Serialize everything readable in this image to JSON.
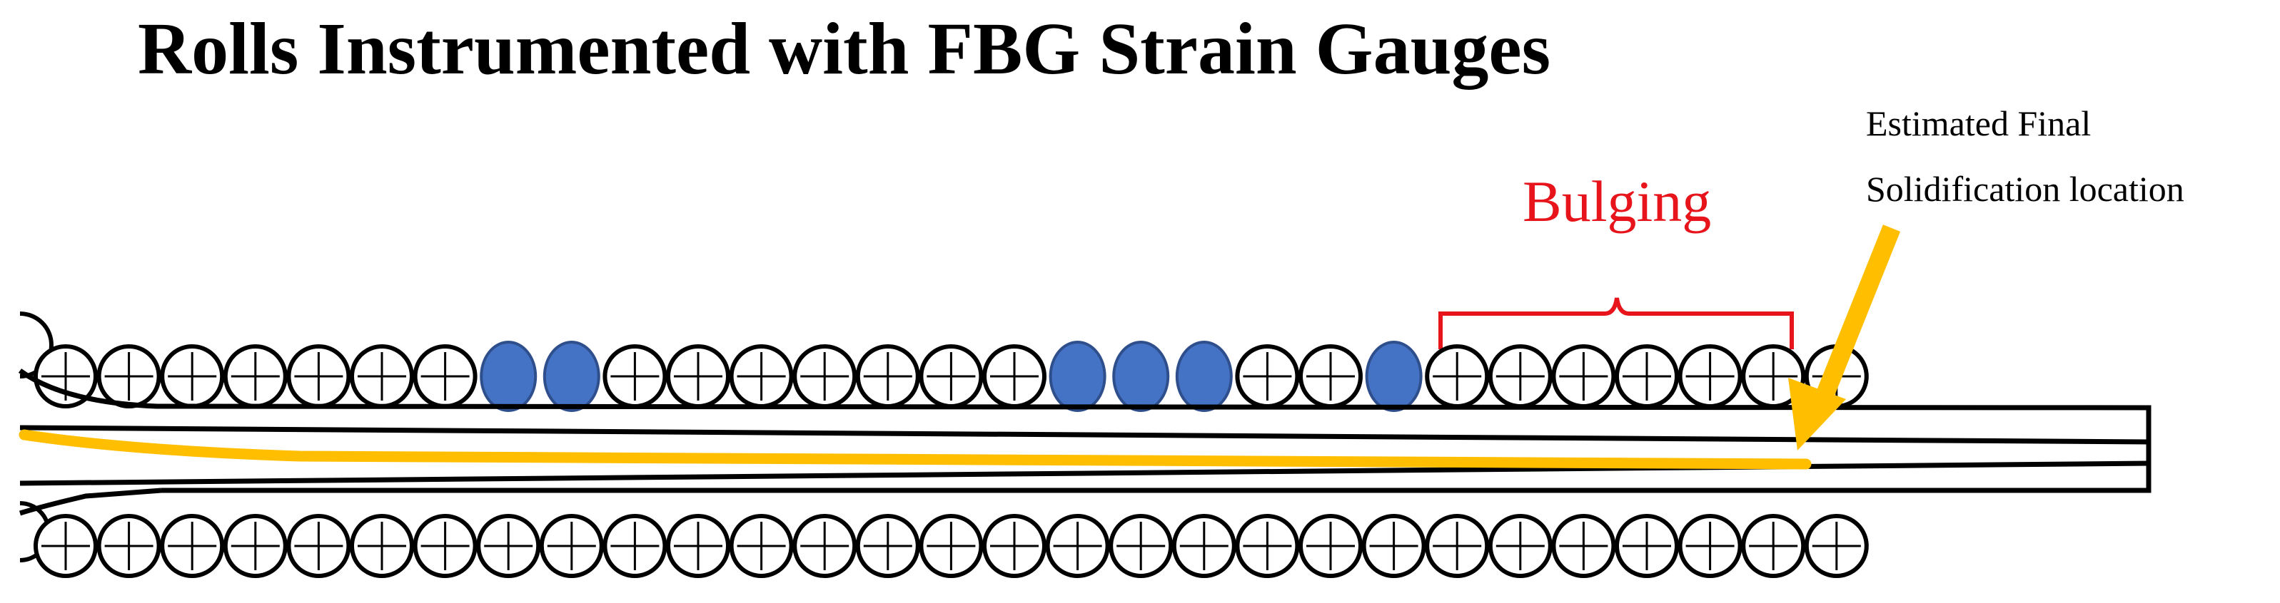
{
  "title": "Rolls Instrumented with FBG Strain Gauges",
  "bulging_label": "Bulging",
  "estimate_label": [
    "Estimated Final",
    "Solidification location"
  ],
  "colors": {
    "ink": "#000000",
    "bulging": "#e8141b",
    "gauge": "#4472c4",
    "gauge_stroke": "#2e4f8c",
    "arrow": "#ffbf00",
    "solid_line": "#ffbf00",
    "background": "#ffffff"
  },
  "rolls": {
    "top_count": 29,
    "bottom_count": 29,
    "instrumented_top_roll_numbers": [
      8,
      9,
      17,
      18,
      19,
      22
    ]
  },
  "icons": [
    "roll-icon",
    "fbg-gauge-icon",
    "bracket-icon",
    "arrow-icon"
  ]
}
